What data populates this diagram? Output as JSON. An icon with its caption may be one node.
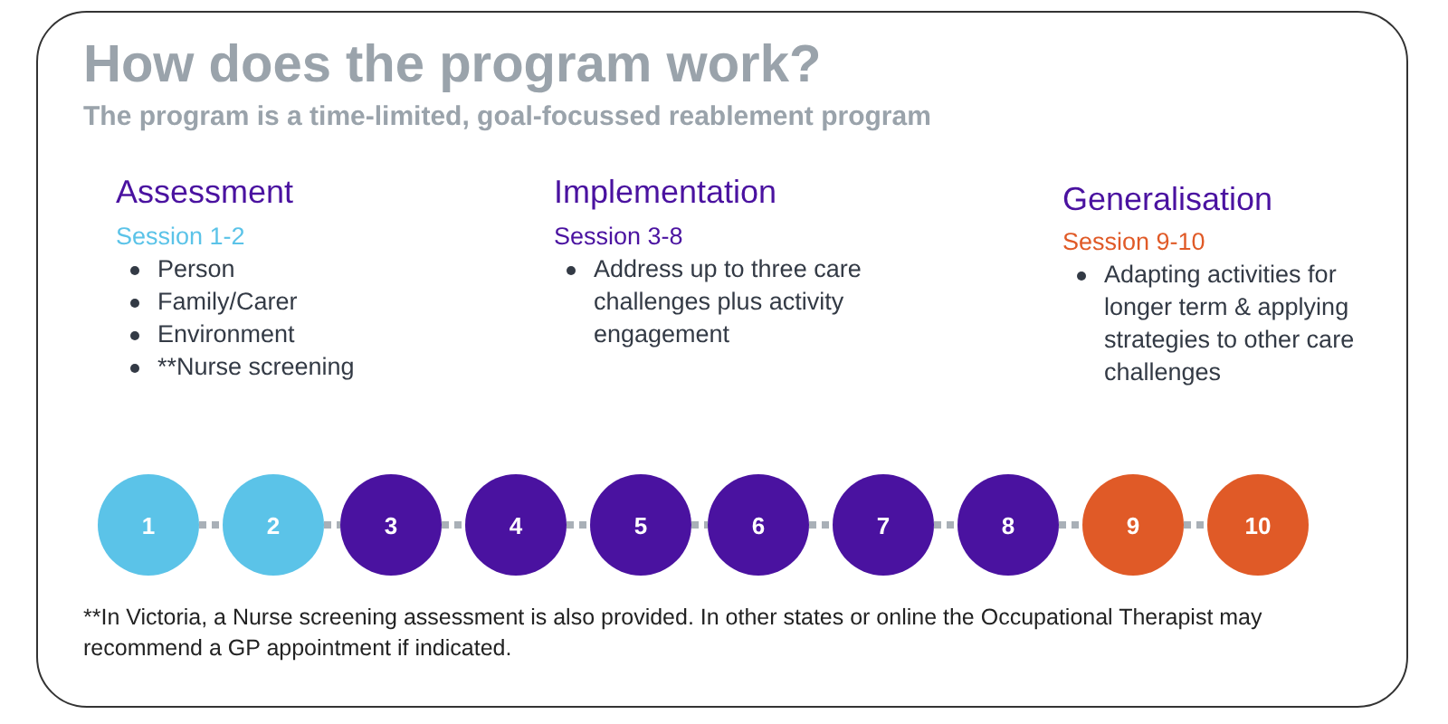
{
  "diagram": {
    "title": "How does the program work?",
    "caption": "**In Victoria, a Nurse screening assessment is also provided. In other states or online the Occupational Therapist may recommend a GP appointment if indicated.",
    "nodes": [
      {
        "text": [
          "1"
        ]
      },
      {
        "text": [
          "2"
        ]
      },
      {
        "text": [
          "3"
        ]
      },
      {
        "text": [
          "4"
        ]
      },
      {
        "text": [
          "5"
        ]
      },
      {
        "text": [
          "6"
        ]
      },
      {
        "text": [
          "7"
        ]
      },
      {
        "text": [
          "8"
        ]
      },
      {
        "text": [
          "9"
        ]
      },
      {
        "text": [
          "10"
        ]
      }
    ],
    "edges": [
      {
        "from": 0,
        "to": 1,
        "arrow": "none",
        "style": "dashed"
      },
      {
        "from": 1,
        "to": 2,
        "arrow": "none",
        "style": "dashed"
      },
      {
        "from": 2,
        "to": 3,
        "arrow": "none",
        "style": "dashed"
      },
      {
        "from": 3,
        "to": 4,
        "arrow": "none",
        "style": "dashed"
      },
      {
        "from": 4,
        "to": 5,
        "arrow": "none",
        "style": "dashed"
      },
      {
        "from": 5,
        "to": 6,
        "arrow": "none",
        "style": "dashed"
      },
      {
        "from": 6,
        "to": 7,
        "arrow": "none",
        "style": "dashed"
      },
      {
        "from": 7,
        "to": 8,
        "arrow": "none",
        "style": "dashed"
      },
      {
        "from": 8,
        "to": 9,
        "arrow": "none",
        "style": "dashed"
      }
    ],
    "labels": [
      "The program is a time-limited, goal-focussed reablement program",
      "Assessment",
      "Session 1-2",
      "Person",
      "Family/Carer",
      "Environment",
      "**Nurse screening",
      "Implementation",
      "Session 3-8",
      "Address up to three care challenges plus activity engagement",
      "Generalisation",
      "Session 9-10",
      "Adapting activities for longer term & applying strategies to other care challenges"
    ]
  }
}
